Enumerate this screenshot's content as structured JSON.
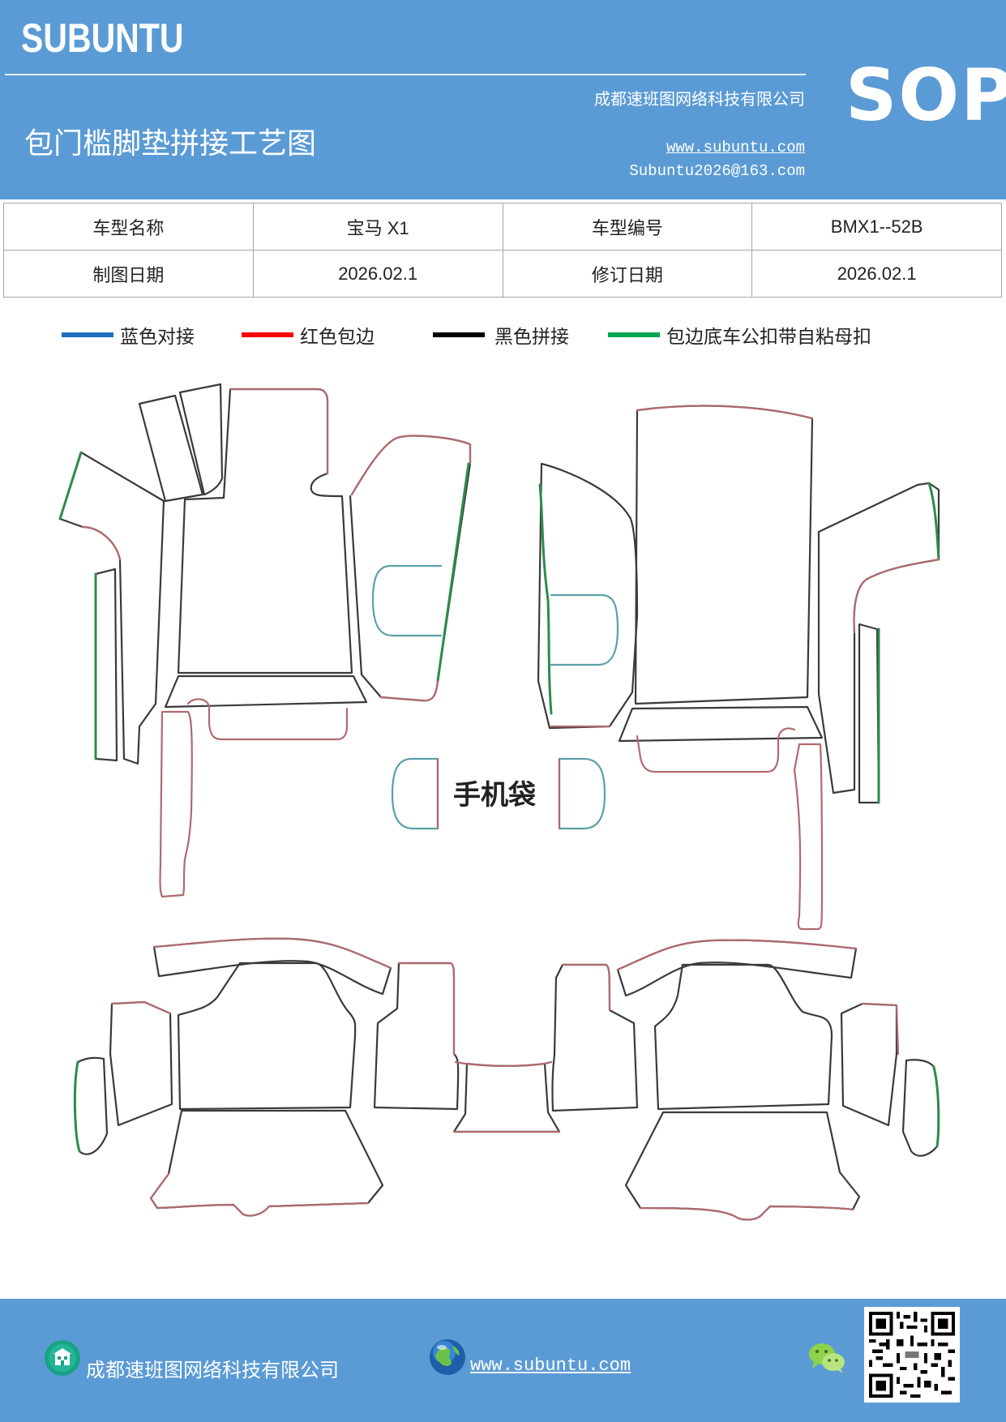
{
  "header": {
    "brand": "SUBUNTU",
    "company": "成都速班图网络科技有限公司",
    "title": "包门槛脚垫拼接工艺图",
    "website": "www.subuntu.com",
    "email": "Subuntu2026@163.com",
    "sop": "SOP"
  },
  "info": {
    "model_name_label": "车型名称",
    "model_name": "宝马 X1",
    "model_code_label": "车型编号",
    "model_code": "BMX1--52B",
    "draw_date_label": "制图日期",
    "draw_date": "2026.02.1",
    "revise_date_label": "修订日期",
    "revise_date": "2026.02.1"
  },
  "legend": [
    {
      "label": "蓝色对接",
      "color": "#1f6fbf"
    },
    {
      "label": "红色包边",
      "color": "#ff0000"
    },
    {
      "label": "黑色拼接",
      "color": "#000000"
    },
    {
      "label": "包边底车公扣带自粘母扣",
      "color": "#00a651"
    }
  ],
  "diagram": {
    "phone_bag_label": "手机袋",
    "colors": {
      "black": "#3a3a3a",
      "red": "#b06a6e",
      "green": "#2f8a4c",
      "blue": "#5aa0a8"
    }
  },
  "footer": {
    "company": "成都速班图网络科技有限公司",
    "website": "www.subuntu.com "
  },
  "icons": [
    "building-icon",
    "globe-icon",
    "wechat-icon",
    "qr-code"
  ]
}
